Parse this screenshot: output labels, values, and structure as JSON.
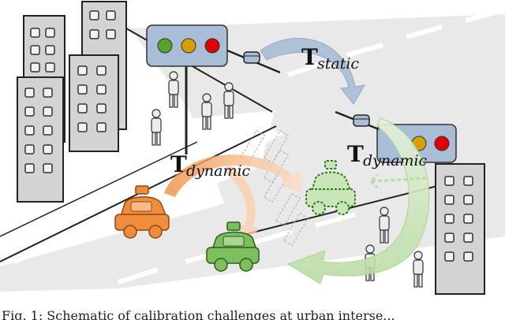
{
  "labels": {
    "t_static_main": "T",
    "t_static_sub": "static",
    "t_dynamic_main": "T",
    "t_dynamic_sub": "dynamic",
    "t_dynamic2_main": "T",
    "t_dynamic2_sub": "dynamic"
  },
  "caption": "Fig. 1: Schematic of calibration challenges at urban interse...",
  "colors": {
    "background": "#ffffff",
    "road": "#e8e8e8",
    "building": "#d2d2d2",
    "traffic_light_box": "#a9bdd6",
    "light_green": "#5aa02c",
    "light_yellow": "#d6a100",
    "light_red": "#e00000",
    "orange_car": "#f08c3c",
    "green_car": "#7cbf5e",
    "static_arrow": "#a9bdd6",
    "dynamic_arrow_orange": "#f7b98a",
    "dynamic_arrow_green": "#c9e6b8"
  },
  "icons": [
    "building-icon",
    "traffic-light-icon",
    "camera-icon",
    "pedestrian-icon",
    "car-icon",
    "arrow-icon"
  ]
}
